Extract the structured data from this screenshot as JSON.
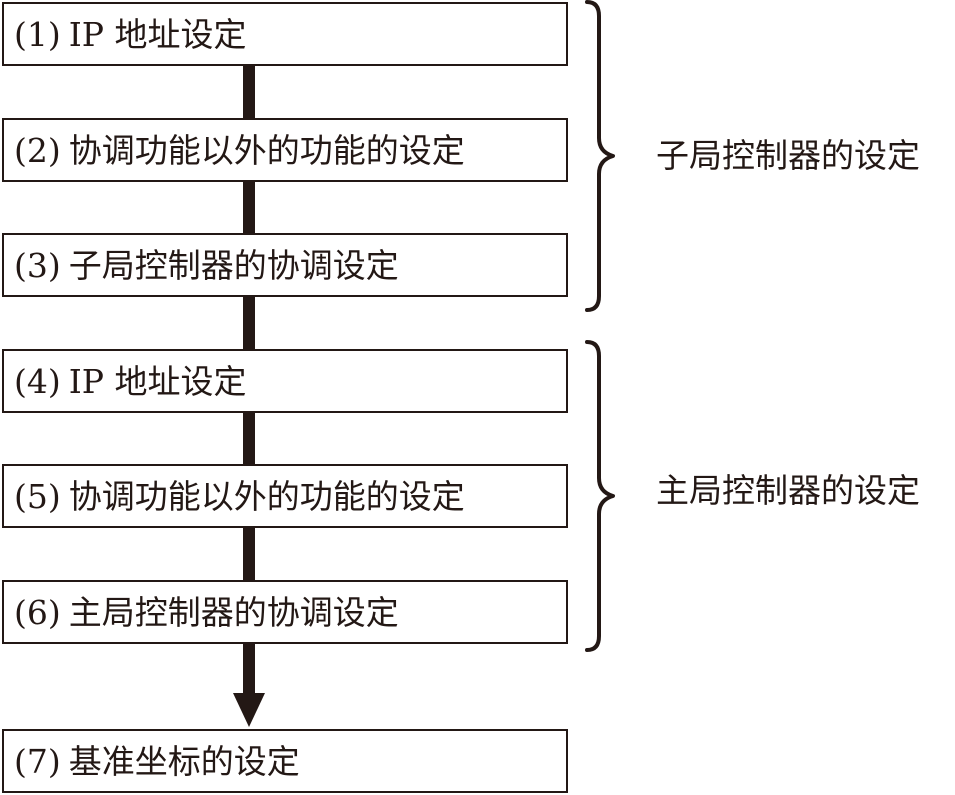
{
  "steps": [
    {
      "number": "(1)",
      "label": "IP 地址设定"
    },
    {
      "number": "(2)",
      "label": "协调功能以外的功能的设定"
    },
    {
      "number": "(3)",
      "label": "子局控制器的协调设定"
    },
    {
      "number": "(4)",
      "label": "IP 地址设定"
    },
    {
      "number": "(5)",
      "label": "协调功能以外的功能的设定"
    },
    {
      "number": "(6)",
      "label": "主局控制器的协调设定"
    },
    {
      "number": "(7)",
      "label": "基准坐标的设定"
    }
  ],
  "groups": [
    {
      "label": "子局控制器的设定",
      "covers_steps": [
        "(1)",
        "(2)",
        "(3)"
      ]
    },
    {
      "label": "主局控制器的设定",
      "covers_steps": [
        "(4)",
        "(5)",
        "(6)"
      ]
    }
  ],
  "colors": {
    "line": "#231815",
    "background": "#ffffff"
  }
}
